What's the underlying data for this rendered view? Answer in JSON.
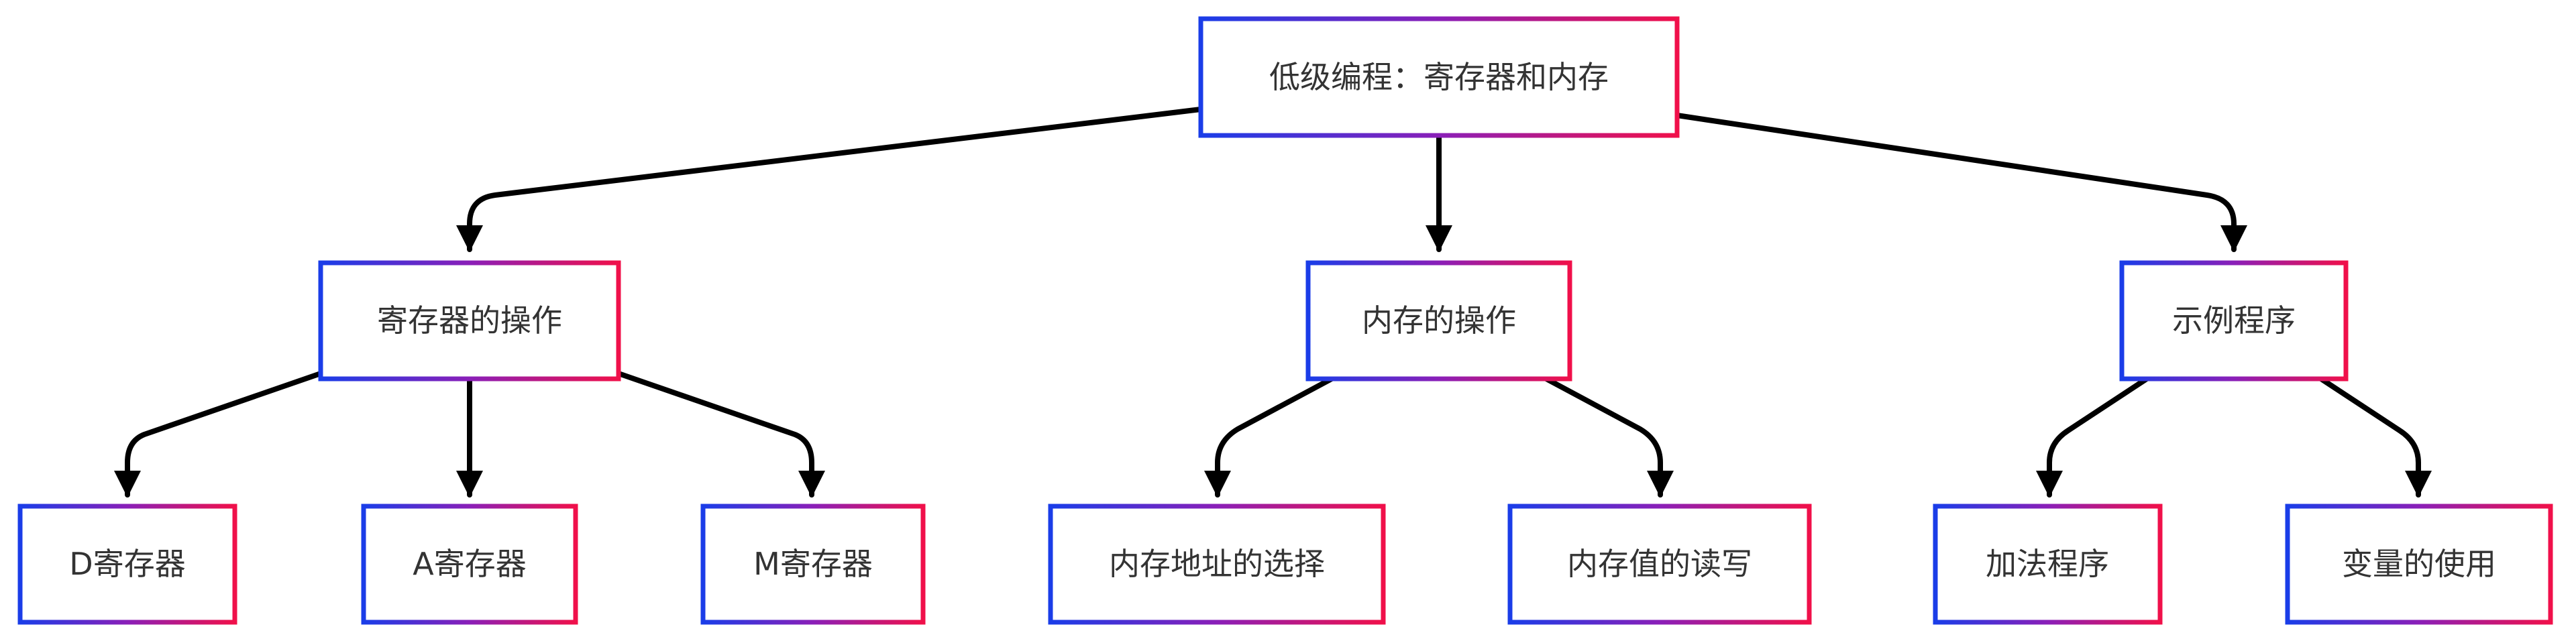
{
  "diagram": {
    "root": {
      "label": "低级编程：寄存器和内存"
    },
    "branches": [
      {
        "label": "寄存器的操作",
        "children": [
          "D寄存器",
          "A寄存器",
          "M寄存器"
        ]
      },
      {
        "label": "内存的操作",
        "children": [
          "内存地址的选择",
          "内存值的读写"
        ]
      },
      {
        "label": "示例程序",
        "children": [
          "加法程序",
          "变量的使用"
        ]
      }
    ]
  },
  "colors": {
    "border_left": "#1a3de8",
    "border_mid": "#8a1fb8",
    "border_right": "#f0104a",
    "edge": "#000000",
    "text": "#333333"
  }
}
